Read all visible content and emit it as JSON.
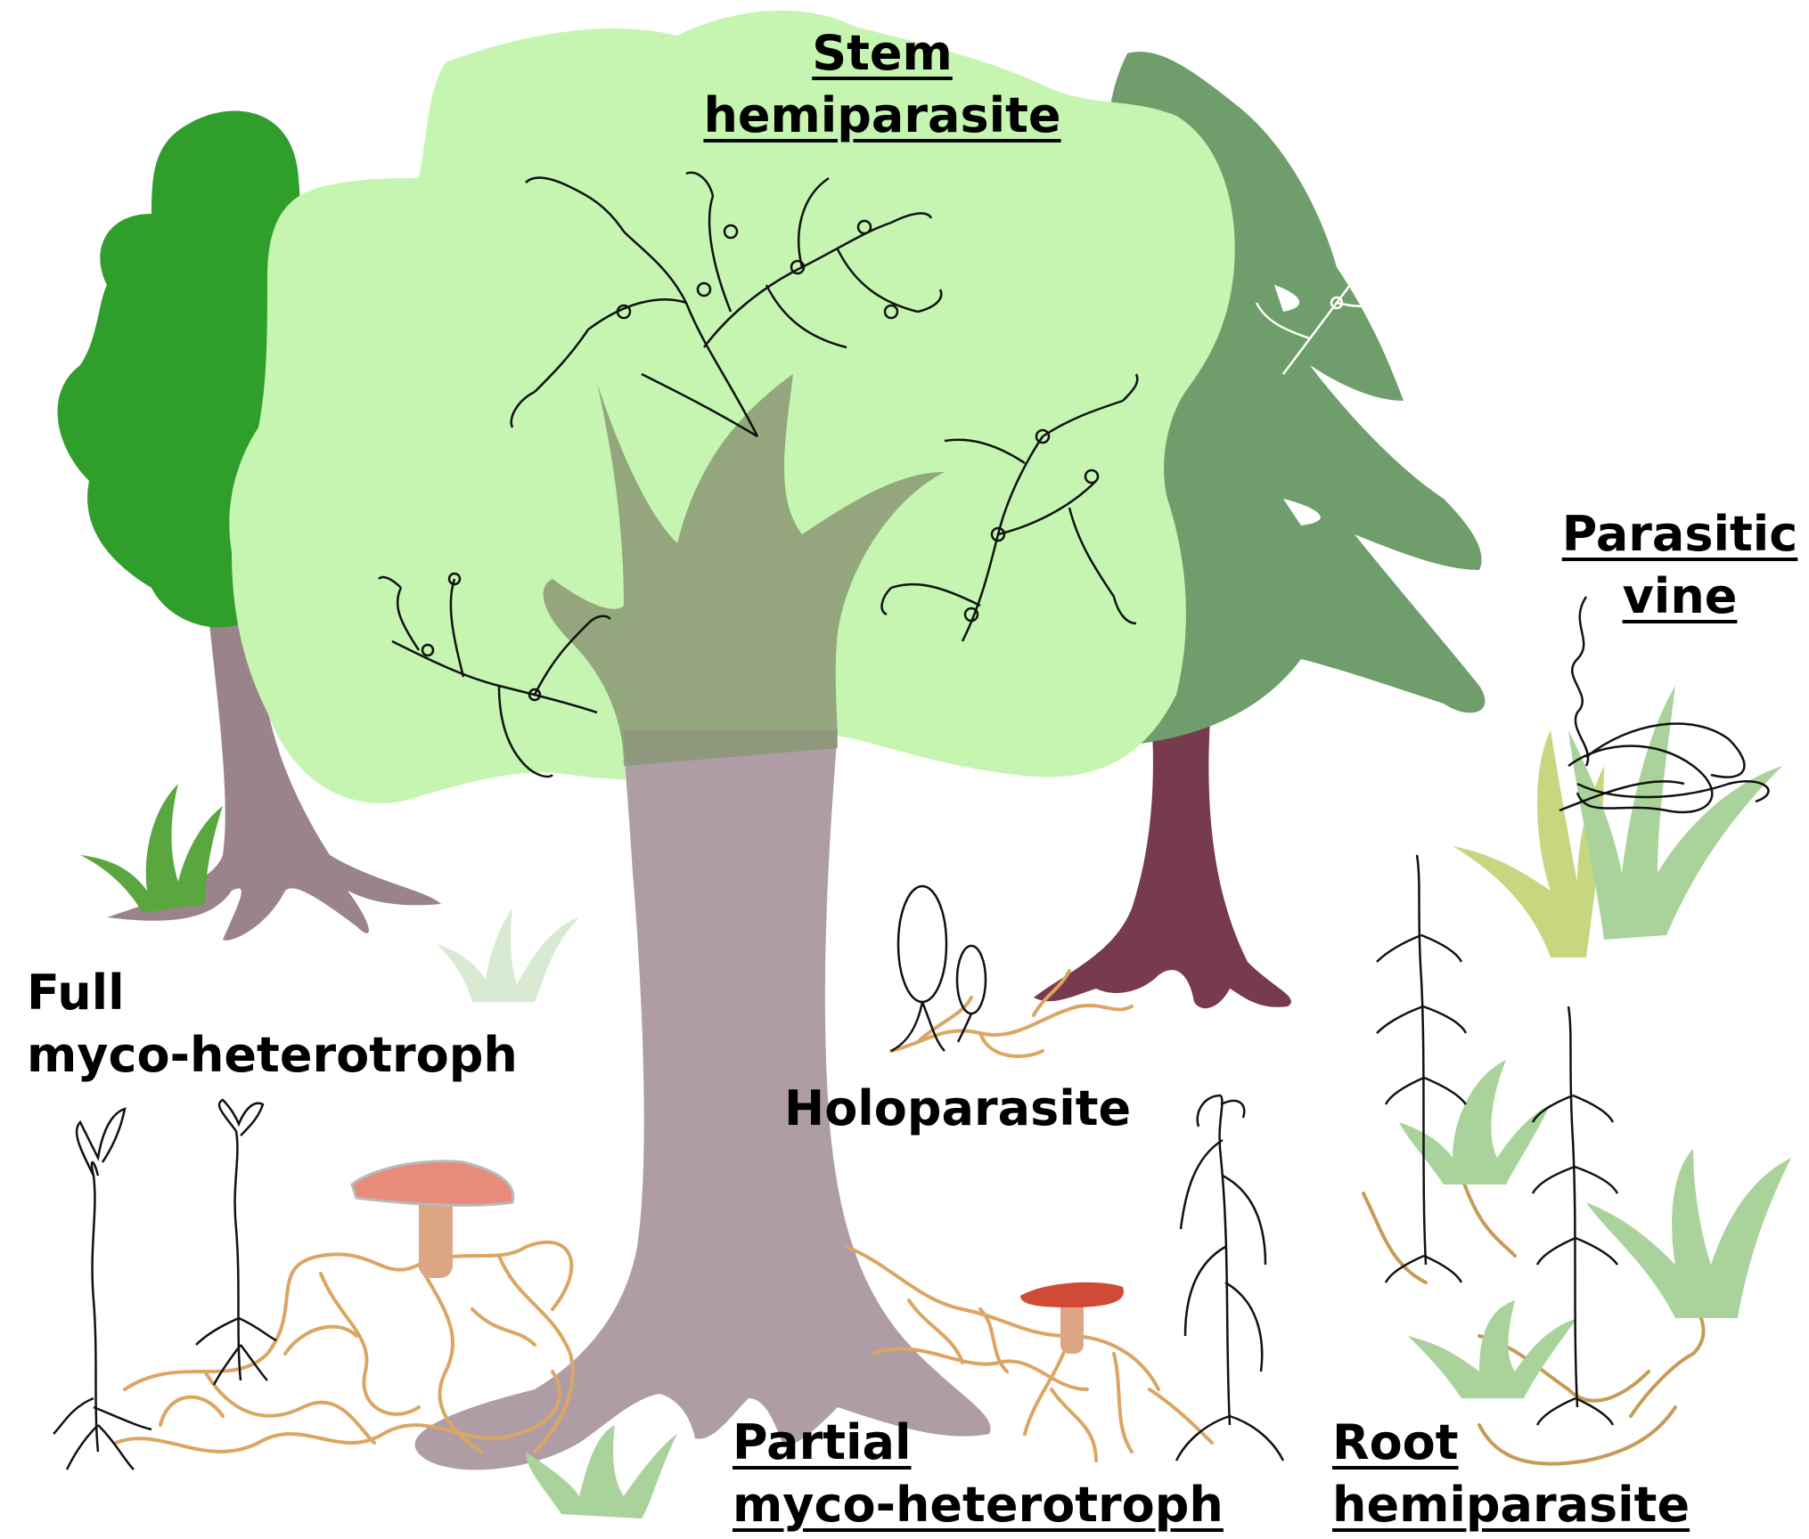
{
  "labels": {
    "stem_hemiparasite": [
      "Stem",
      "hemiparasite"
    ],
    "parasitic_vine": [
      "Parasitic",
      "vine"
    ],
    "full_myco": [
      "Full",
      "myco-heterotroph"
    ],
    "holoparasite": [
      "Holoparasite"
    ],
    "partial_myco": [
      "Partial",
      "myco-heterotroph"
    ],
    "root_hemiparasite": [
      "Root",
      "hemiparasite"
    ]
  },
  "colors": {
    "light_canopy": "#c5f5b0",
    "conifer": "#6f9e6c",
    "left_tree": "#2f9e2a",
    "main_trunk": "#ae9da5",
    "left_trunk": "#9a8489",
    "conifer_trunk": "#773a4e",
    "hyphae": "#dba664",
    "hyphae_root": "#c69b57",
    "mushroom_big_cap": "#e98b7b",
    "mushroom_small_cap": "#d04a37",
    "mushroom_stem": "#dca584",
    "grass_light": "#a9d39b",
    "grass_pale": "#d8ead2",
    "grass_yellow": "#c7d77f",
    "ink": "#111111"
  }
}
